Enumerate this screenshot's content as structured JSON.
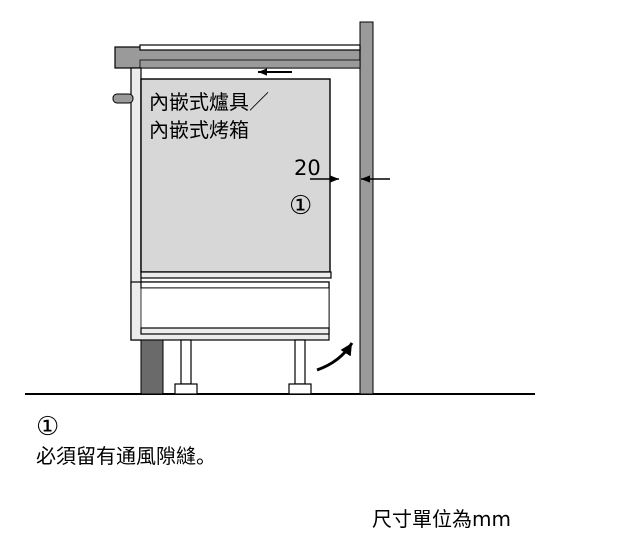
{
  "appliance_label": {
    "line1": "內嵌式爐具／",
    "line2": "內嵌式烤箱"
  },
  "gap_dimension": "20",
  "callout_marker": "①",
  "note": {
    "marker": "①",
    "text": "必須留有通風隙縫。"
  },
  "units_note": "尺寸單位為mm"
}
